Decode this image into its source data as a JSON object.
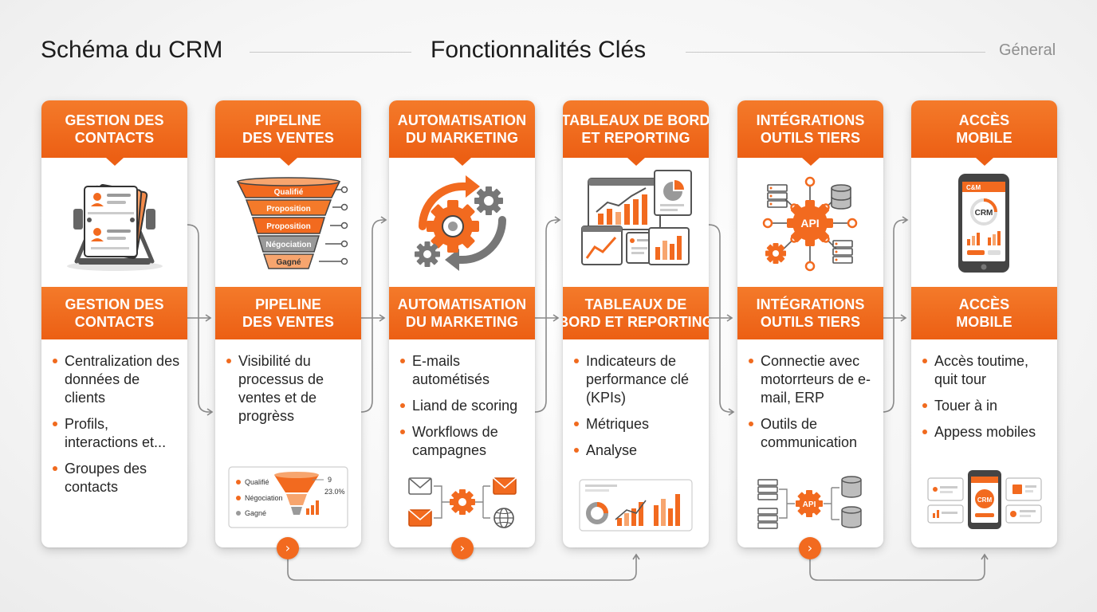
{
  "header": {
    "left_title": "Schéma du CRM",
    "center_title": "Fonctionnalités Clés",
    "right_label": "Géneral"
  },
  "cards": [
    {
      "title_lines": [
        "GESTION DES",
        "CONTACTS"
      ],
      "label_lines": [
        "GESTION DES",
        "CONTACTS"
      ],
      "bullets": [
        "Centralization des données de clients",
        "Profils, interactions et...",
        "Groupes des contacts"
      ],
      "icon": "rolodex-icon"
    },
    {
      "title_lines": [
        "PIPELINE",
        "DES VENTES"
      ],
      "label_lines": [
        "PIPELINE",
        "DES VENTES"
      ],
      "bullets": [
        "Visibilité du processus de ventes et de progrèss"
      ],
      "icon": "sales-funnel-icon",
      "funnel_stages": [
        "Qualifié",
        "Proposition",
        "Proposition",
        "Négociation",
        "Gagné"
      ],
      "mini": {
        "stages": [
          "Qualifié",
          "Négociation",
          "Gagné"
        ],
        "values": [
          "9",
          "23.0%"
        ]
      }
    },
    {
      "title_lines": [
        "AUTOMATISATION",
        "DU MARKETING"
      ],
      "label_lines": [
        "AUTOMATISATION",
        "DU MARKETING"
      ],
      "bullets": [
        "E-mails autométisés",
        "Liand de scoring",
        "Workflows de campagnes"
      ],
      "icon": "gears-icon"
    },
    {
      "title_lines": [
        "TABLEAUX DE BORD",
        "ET REPORTING"
      ],
      "label_lines": [
        "TABLEAUX DE",
        "BORD ET REPORTING"
      ],
      "bullets": [
        "Indicateurs de performance clé (KPIs)",
        "Métriques",
        "Analyse"
      ],
      "icon": "dashboard-charts-icon"
    },
    {
      "title_lines": [
        "INTÉGRATIONS",
        "OUTILS TIERS"
      ],
      "label_lines": [
        "INTÉGRATIONS",
        "OUTILS TIERS"
      ],
      "bullets": [
        "Connectie avec motorrteurs de e-mail, ERP",
        "Outils de communication"
      ],
      "icon": "api-network-icon",
      "api_label": "API"
    },
    {
      "title_lines": [
        "ACCÈS",
        "MOBILE"
      ],
      "label_lines": [
        "ACCÈS",
        "MOBILE"
      ],
      "bullets": [
        "Accès toutime, quit tour",
        "Touer à in",
        "Appess mobiles"
      ],
      "icon": "smartphone-icon",
      "phone_header": "C&M",
      "phone_badge": "CRM"
    }
  ],
  "next_symbol": "›",
  "colors": {
    "accent": "#f26a1f",
    "accent_dark": "#ec5f14",
    "accent_light": "#f7a56e",
    "text": "#262626",
    "line": "#8a8a8a",
    "icon_gray": "#777777"
  }
}
